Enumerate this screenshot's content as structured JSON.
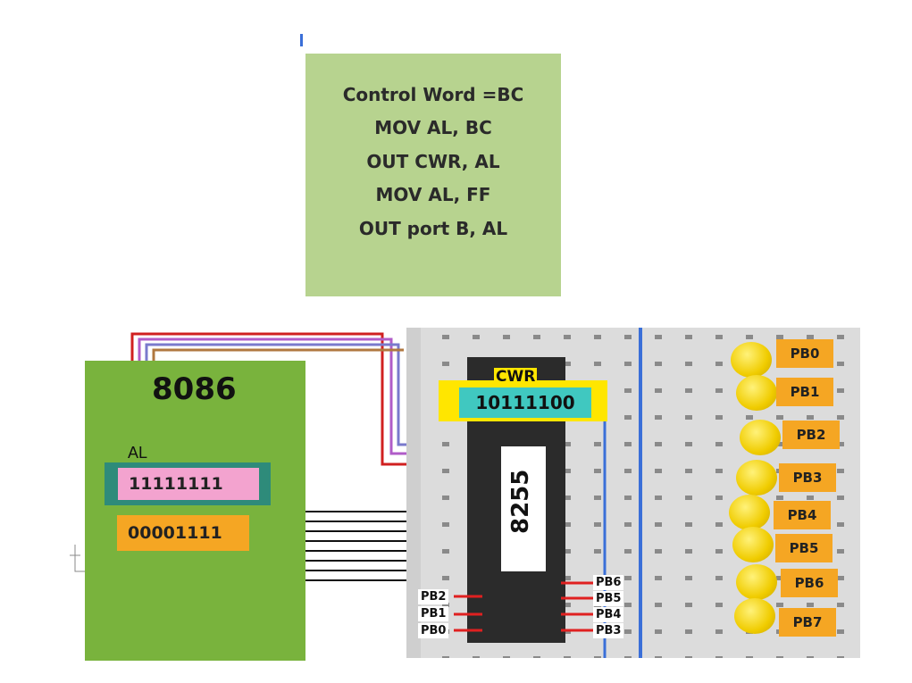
{
  "code": {
    "lines": [
      "Control Word =BC",
      "MOV AL, BC",
      "OUT  CWR, AL",
      "MOV AL, FF",
      "OUT port B, AL"
    ]
  },
  "cpu": {
    "title": "8086",
    "al_label": "AL",
    "al_value": "11111111",
    "mask_value": "00001111"
  },
  "ppi": {
    "chip_label": "8255",
    "cwr_label": "CWR",
    "cwr_value": "10111100",
    "left_pins": [
      "PB2",
      "PB1",
      "PB0"
    ],
    "right_pins": [
      "PB6",
      "PB5",
      "PB4",
      "PB3"
    ]
  },
  "leds": {
    "labels": [
      "PB0",
      "PB1",
      "PB2",
      "PB3",
      "PB4",
      "PB5",
      "PB6",
      "PB7"
    ]
  },
  "colors": {
    "code_box": "#b7d38f",
    "cpu_board": "#79b33d",
    "al_register": "#f3a3cf",
    "mask_register": "#f5a623",
    "cwr_highlight": "#ffe600",
    "cwr_value_bg": "#40c8c0",
    "led": "#f0cc00",
    "port_tag": "#f5a623"
  }
}
